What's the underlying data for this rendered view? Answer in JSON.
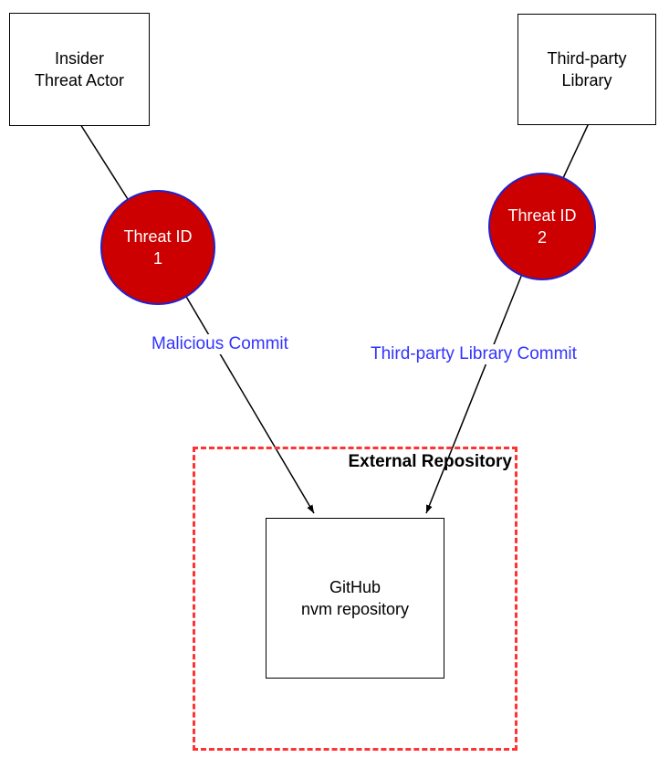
{
  "diagram": {
    "nodes": {
      "insider_threat_actor": {
        "line1": "Insider",
        "line2": "Threat Actor"
      },
      "third_party_library": {
        "line1": "Third-party",
        "line2": "Library"
      },
      "threat_id_1": {
        "line1": "Threat ID",
        "line2": "1"
      },
      "threat_id_2": {
        "line1": "Threat ID",
        "line2": "2"
      },
      "github_nvm": {
        "line1": "GitHub",
        "line2": "nvm repository"
      }
    },
    "edge_labels": {
      "malicious_commit": "Malicious Commit",
      "third_party_commit": "Third-party Library Commit"
    },
    "container": {
      "label": "External Repository"
    },
    "colors": {
      "threat_circle_fill": "#cc0000",
      "threat_circle_border": "#2222cc",
      "edge_label_text": "#3333ff",
      "container_border": "#ff3333",
      "node_border": "#000000",
      "arrow": "#000000"
    }
  }
}
